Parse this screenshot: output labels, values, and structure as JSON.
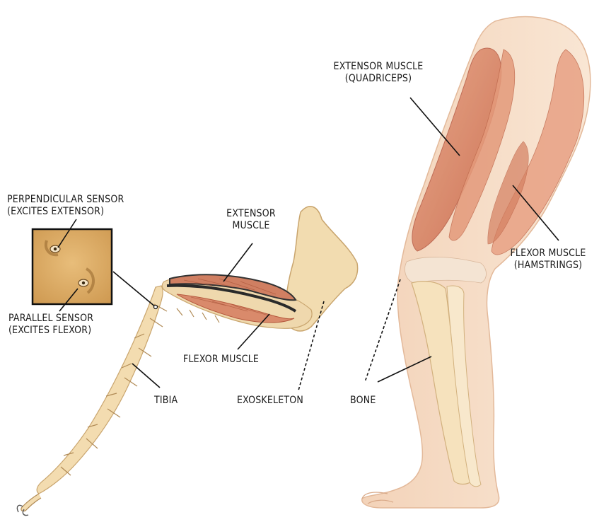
{
  "labels": {
    "extensor_quadriceps": {
      "line1": "EXTENSOR MUSCLE",
      "line2": "(QUADRICEPS)"
    },
    "flexor_hamstrings": {
      "line1": "FLEXOR MUSCLE",
      "line2": "(HAMSTRINGS)"
    },
    "perpendicular_sensor": {
      "line1": "PERPENDICULAR SENSOR",
      "line2": "(EXCITES EXTENSOR)"
    },
    "parallel_sensor": {
      "line1": "PARALLEL SENSOR",
      "line2": "(EXCITES FLEXOR)"
    },
    "extensor_muscle": {
      "line1": "EXTENSOR",
      "line2": "MUSCLE"
    },
    "flexor_muscle": "FLEXOR MUSCLE",
    "tibia": "TIBIA",
    "exoskeleton": "EXOSKELETON",
    "bone": "BONE"
  },
  "colors": {
    "skin": "#f6dcc4",
    "skin_outline": "#e3b99a",
    "muscle": "#dc8a6a",
    "muscle_dark": "#c46a4c",
    "bone": "#f5e1ba",
    "bone_outline": "#d9b98a",
    "exoskeleton": "#f2dcb0",
    "insect_leg": "#f3dcb0",
    "sensor_bg": "#d9a860",
    "line": "#111111"
  }
}
